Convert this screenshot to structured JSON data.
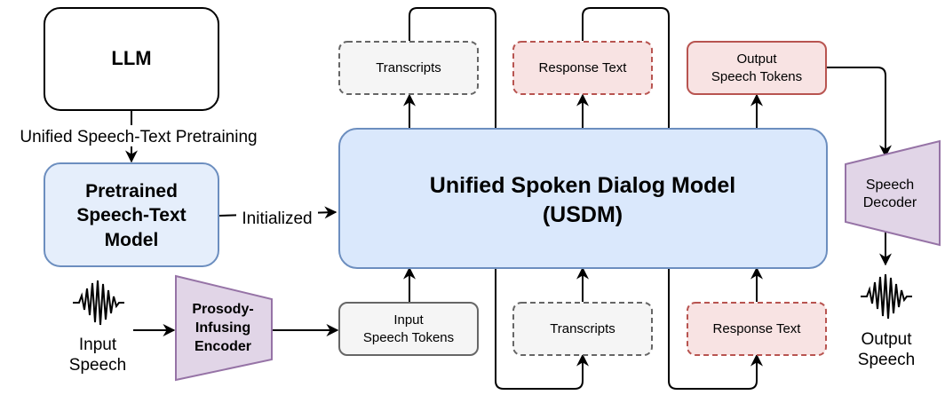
{
  "nodes": {
    "llm": "LLM",
    "pretrain_edge": "Unified Speech-Text Pretraining",
    "pretrained": [
      "Pretrained",
      "Speech-Text",
      "Model"
    ],
    "initialized_edge": "Initialized",
    "usdm": [
      "Unified Spoken Dialog Model",
      "(USDM)"
    ],
    "input_speech": [
      "Input",
      "Speech"
    ],
    "encoder": [
      "Prosody-",
      "Infusing",
      "Encoder"
    ],
    "input_tokens": [
      "Input",
      "Speech Tokens"
    ],
    "transcripts_bottom": "Transcripts",
    "response_text_bottom": "Response Text",
    "transcripts_top": "Transcripts",
    "response_text_top": "Response Text",
    "output_tokens": [
      "Output",
      "Speech Tokens"
    ],
    "decoder": [
      "Speech",
      "Decoder"
    ],
    "output_speech": [
      "Output",
      "Speech"
    ]
  },
  "colors": {
    "usdm_fill": "#dae8fc",
    "usdm_stroke": "#6c8ebf",
    "pretrained_fill": "#e5eefb",
    "gray_fill": "#f5f5f5",
    "gray_stroke": "#666666",
    "red_fill": "#f8e3e3",
    "red_stroke": "#b85450",
    "purple_fill": "#e1d5e7",
    "purple_stroke": "#9673a6"
  }
}
